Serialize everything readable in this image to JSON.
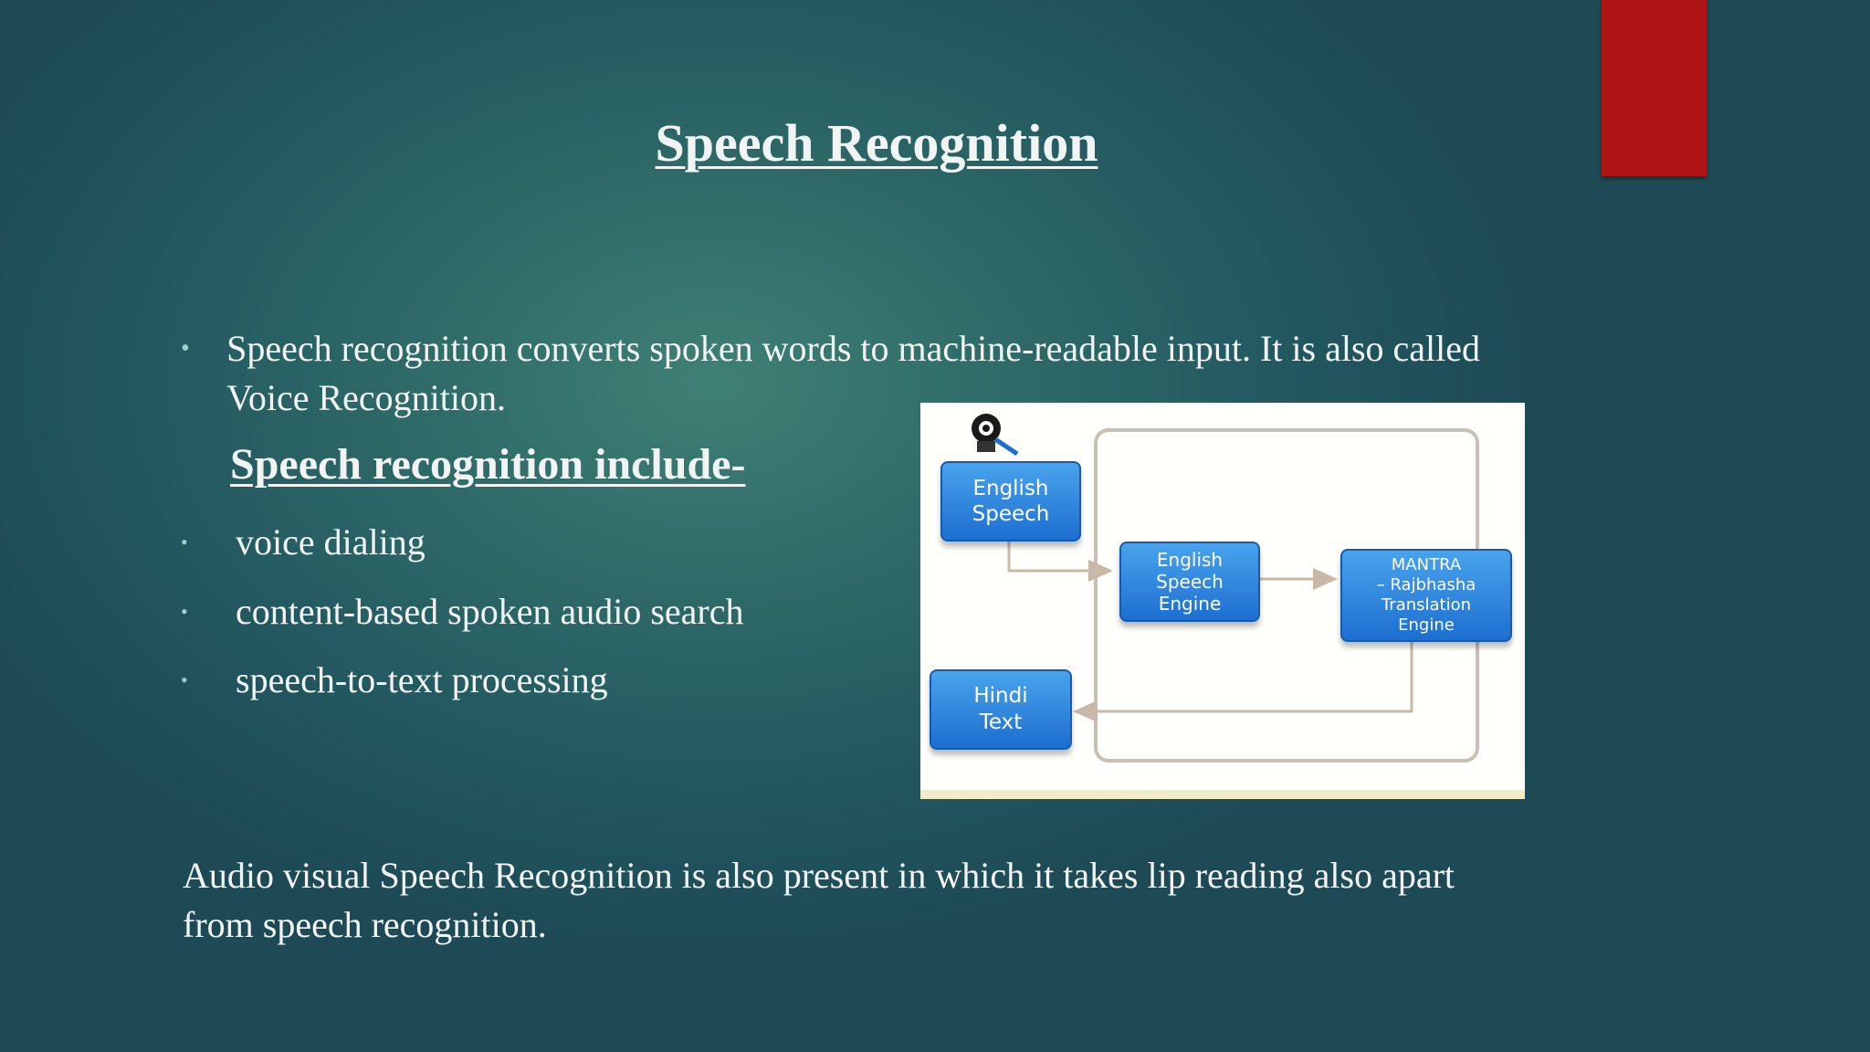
{
  "slide": {
    "title": "Speech Recognition",
    "intro_bullet": "Speech recognition converts spoken words to machine-readable input. It is also called Voice Recognition.",
    "subheading": "Speech recognition include-",
    "items": [
      "voice dialing",
      "content-based spoken audio search",
      "speech-to-text processing"
    ],
    "footer": "Audio visual Speech Recognition is also present in which it takes lip reading also apart from speech recognition.",
    "accent_color": "#b01515",
    "bullet_glyph": "•"
  },
  "diagram": {
    "english_speech": [
      "English",
      "Speech"
    ],
    "engine": [
      "English",
      "Speech",
      "Engine"
    ],
    "mantra": [
      "MANTRA",
      "– Rajbhasha",
      "Translation",
      "Engine"
    ],
    "hindi_text": [
      "Hindi",
      "Text"
    ]
  }
}
